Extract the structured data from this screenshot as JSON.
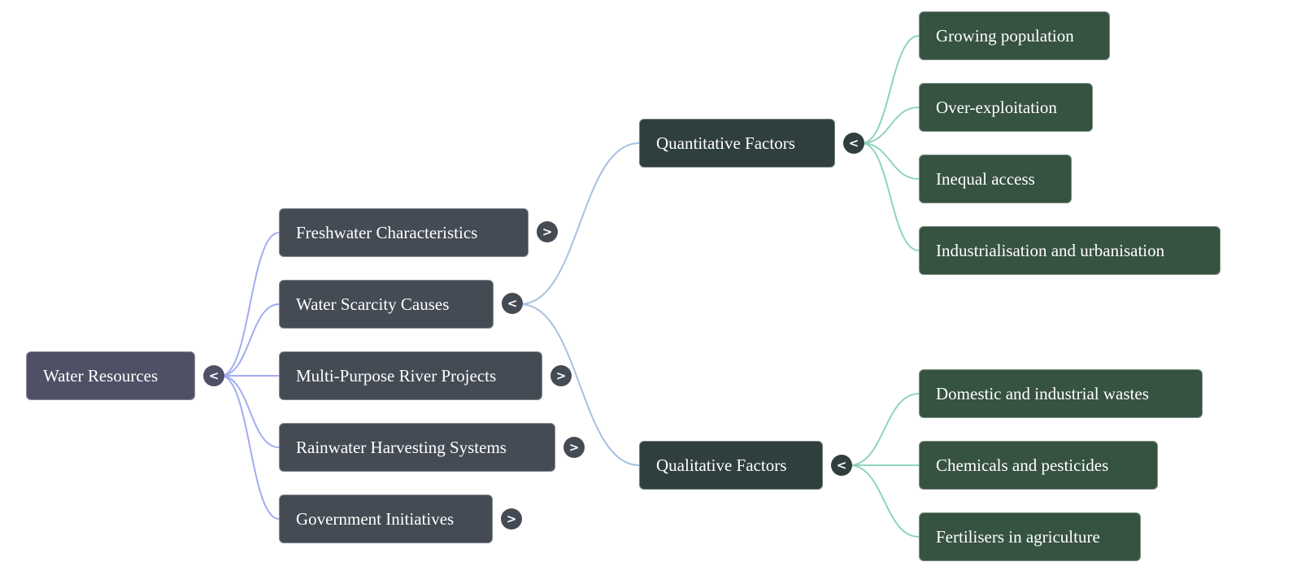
{
  "mindmap": {
    "root": {
      "id": "root",
      "label": "Water Resources",
      "toggle": "<",
      "expanded": true
    },
    "branches": [
      {
        "id": "freshwater",
        "label": "Freshwater Characteristics",
        "toggle": ">",
        "expanded": false
      },
      {
        "id": "scarcity",
        "label": "Water Scarcity Causes",
        "toggle": "<",
        "expanded": true
      },
      {
        "id": "river",
        "label": "Multi-Purpose River Projects",
        "toggle": ">",
        "expanded": false
      },
      {
        "id": "rainwater",
        "label": "Rainwater Harvesting Systems",
        "toggle": ">",
        "expanded": false
      },
      {
        "id": "government",
        "label": "Government Initiatives",
        "toggle": ">",
        "expanded": false
      }
    ],
    "scarcity_children": [
      {
        "id": "quantitative",
        "label": "Quantitative Factors",
        "toggle": "<",
        "expanded": true,
        "children": [
          {
            "label": "Growing population"
          },
          {
            "label": "Over-exploitation"
          },
          {
            "label": "Inequal access"
          },
          {
            "label": "Industrialisation and urbanisation"
          }
        ]
      },
      {
        "id": "qualitative",
        "label": "Qualitative Factors",
        "toggle": "<",
        "expanded": true,
        "children": [
          {
            "label": "Domestic and industrial wastes"
          },
          {
            "label": "Chemicals and pesticides"
          },
          {
            "label": "Fertilisers in agriculture"
          }
        ]
      }
    ]
  },
  "colors": {
    "root_node": "#4f5066",
    "branch_node": "#444b55",
    "factor_node": "#2f3f3d",
    "leaf_node": "#365241",
    "root_link": "#a3acf0",
    "branch_link": "#a8c1e3",
    "leaf_link": "#8fd3c0"
  }
}
